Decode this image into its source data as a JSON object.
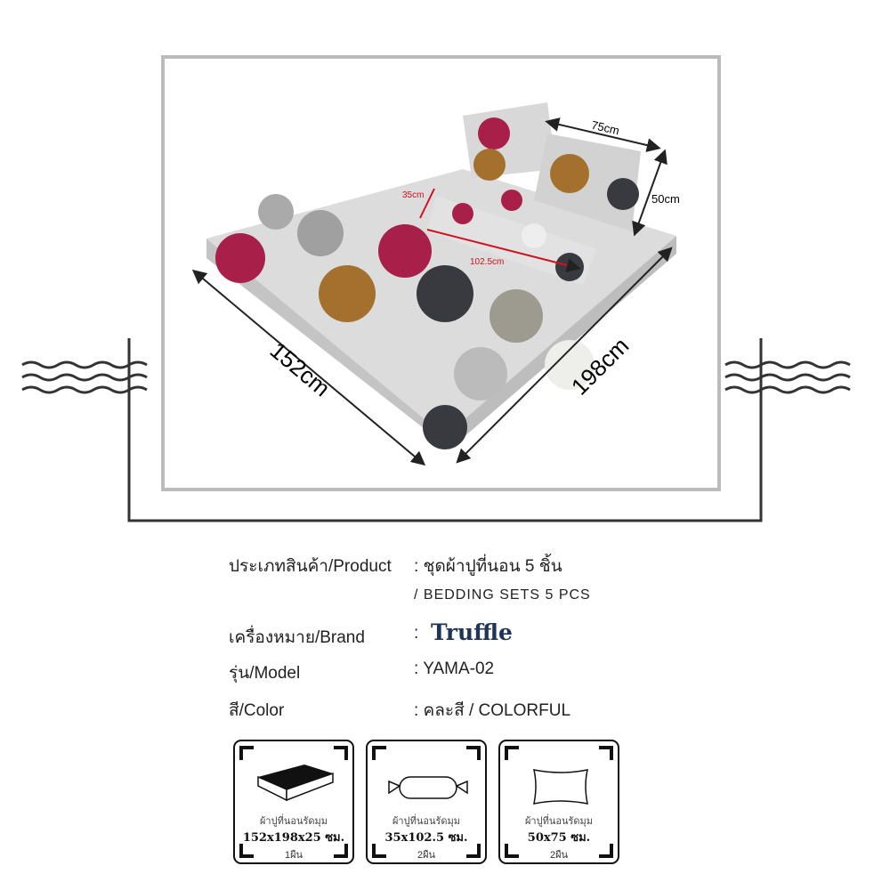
{
  "dimensions": {
    "width": "152cm",
    "length": "198cm",
    "pillow_width": "75cm",
    "pillow_height": "50cm",
    "bolster_length": "102.5cm",
    "bolster_diameter": "35cm"
  },
  "specs": [
    {
      "label": "ประเภทสินค้า/Product",
      "value": ": ชุดผ้าปูที่นอน 5 ชิ้น",
      "value2": "/ BEDDING SETS 5 PCS"
    },
    {
      "label": "เครื่องหมาย/Brand",
      "value": ":",
      "logo": "Truffle"
    },
    {
      "label": "รุ่น/Model",
      "value": ": YAMA-02"
    },
    {
      "label": "สี/Color",
      "value": ": คละสี / COLORFUL"
    }
  ],
  "items": [
    {
      "icon": "mattress-icon",
      "name": "ผ้าปูที่นอนรัดมุม",
      "size": "152x198x25 ซม.",
      "qty": "1ผืน"
    },
    {
      "icon": "bolster-icon",
      "name": "ผ้าปูที่นอนรัดมุม",
      "size": "35x102.5 ซม.",
      "qty": "2ผืน"
    },
    {
      "icon": "pillow-icon",
      "name": "ผ้าปูที่นอนรัดมุม",
      "size": "50x75 ซม.",
      "qty": "2ผืน"
    }
  ]
}
